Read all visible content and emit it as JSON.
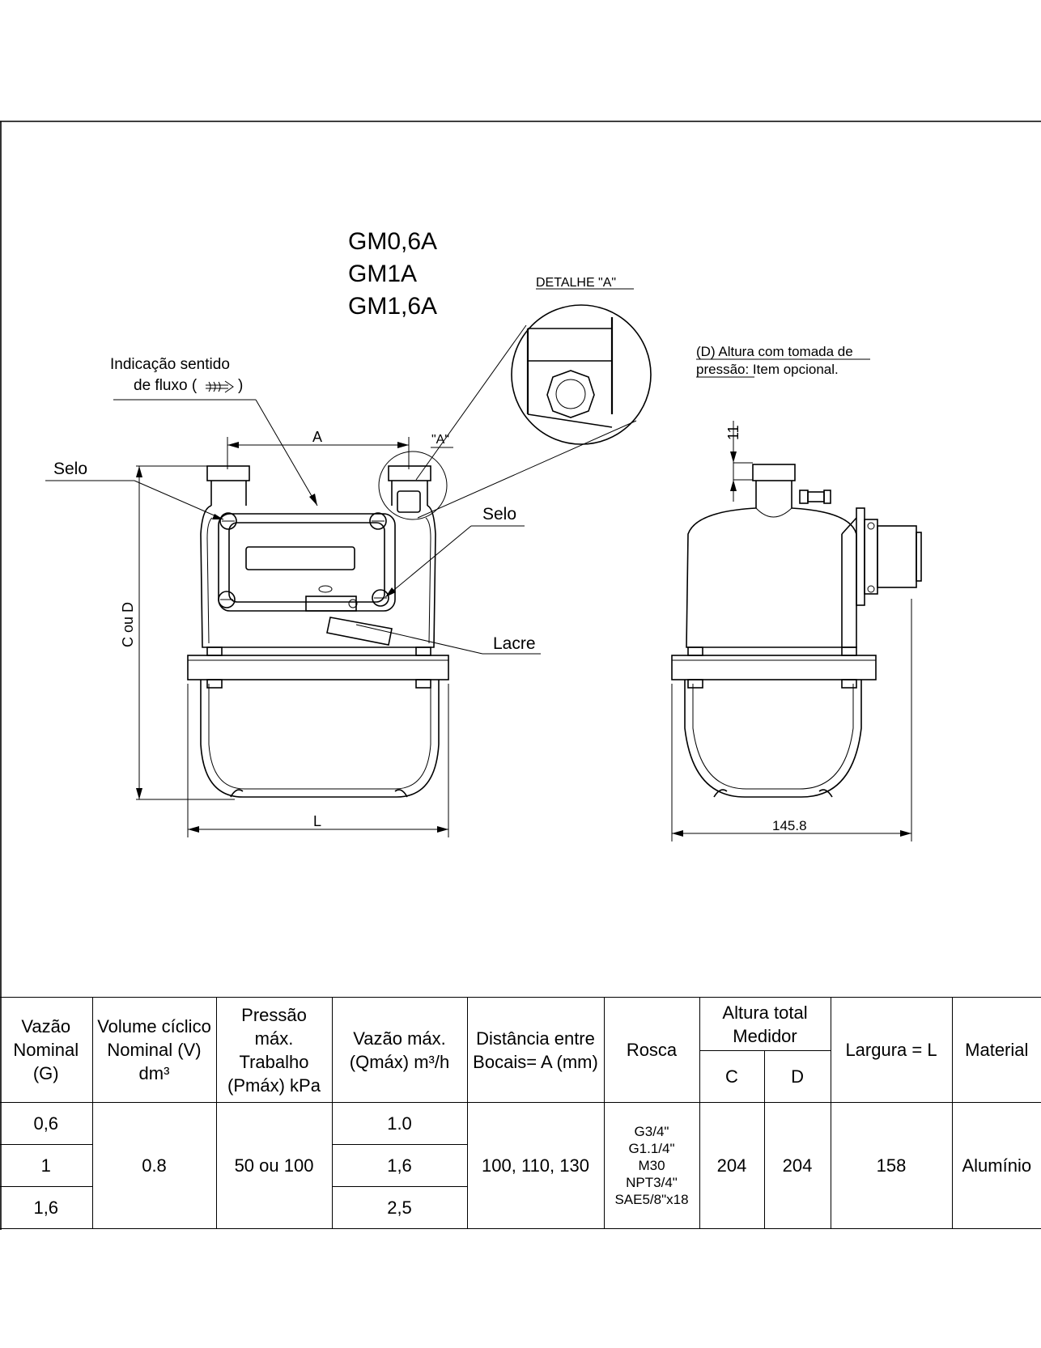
{
  "models": [
    "GM0,6A",
    "GM1A",
    "GM1,6A"
  ],
  "labels": {
    "detail_title": "DETALHE \"A\"",
    "detail_ref": "\"A\"",
    "flow_line1": "Indicação sentido",
    "flow_line2": "de fluxo (",
    "flow_line2_end": ")",
    "seal_left": "Selo",
    "seal_right": "Selo",
    "lacre": "Lacre",
    "dim_a": "A",
    "dim_height": "C ou D",
    "dim_length": "L",
    "dim_width": "145.8",
    "dim_eleven": "11",
    "note_line1": "(D) Altura com tomada de",
    "note_line2_underlined": "pressão:",
    "note_line2_rest": " Item opcional."
  },
  "table": {
    "headers": {
      "vazao_nominal": "Vazão\nNominal\n(G)",
      "volume": "Volume cíclico\nNominal (V)\ndm³",
      "pressao": "Pressão\nmáx.\nTrabalho\n(Pmáx) kPa",
      "vazao_max": "Vazão máx.\n(Qmáx) m³/h",
      "distancia": "Distância entre\nBocais= A (mm)",
      "rosca": "Rosca",
      "altura": "Altura total\nMedidor",
      "altura_c": "C",
      "altura_d": "D",
      "largura": "Largura = L",
      "material": "Material"
    },
    "rows": [
      {
        "g": "0,6",
        "qmax": "1.0"
      },
      {
        "g": "1",
        "qmax": "1,6"
      },
      {
        "g": "1,6",
        "qmax": "2,5"
      }
    ],
    "shared": {
      "volume": "0.8",
      "pressao": "50 ou 100",
      "distancia": "100, 110, 130",
      "rosca": "G3/4\"\nG1.1/4\"\nM30\nNPT3/4\"\nSAE5/8\"x18",
      "c": "204",
      "d": "204",
      "largura": "158",
      "material": "Alumínio"
    }
  }
}
